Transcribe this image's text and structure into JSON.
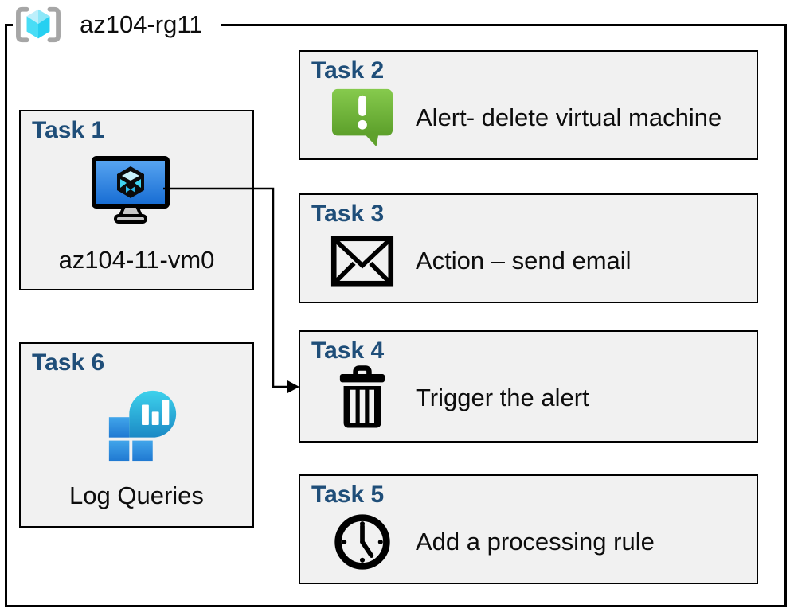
{
  "group": {
    "label": "az104-rg11",
    "icon": "resource-group-icon"
  },
  "tasks": {
    "t1": {
      "title": "Task 1",
      "label": "az104-11-vm0",
      "icon": "virtual-machine-icon"
    },
    "t2": {
      "title": "Task 2",
      "label": "Alert- delete virtual machine",
      "icon": "alert-message-icon"
    },
    "t3": {
      "title": "Task 3",
      "label": "Action – send email",
      "icon": "email-envelope-icon"
    },
    "t4": {
      "title": "Task 4",
      "label": "Trigger the alert",
      "icon": "trash-icon"
    },
    "t5": {
      "title": "Task 5",
      "label": "Add a processing rule",
      "icon": "clock-icon"
    },
    "t6": {
      "title": "Task 6",
      "label": "Log Queries",
      "icon": "log-analytics-icon"
    }
  },
  "connector": {
    "from": "Task 1",
    "to": "Task 4"
  },
  "colors": {
    "task_title_blue": "#1f4e79",
    "box_fill": "#f1f1f1",
    "box_border": "#000000",
    "alert_green_top": "#86ca4d",
    "alert_green_bottom": "#5c9f2a",
    "vm_screen_top": "#5aa7f2",
    "vm_screen_bottom": "#156bd2",
    "log_teal_top": "#3ed2ec",
    "log_teal_bottom": "#1b89c5",
    "log_blue_top": "#41a5ea",
    "log_blue_bottom": "#2079d2",
    "rg_cube_cyan": "#49ddf6",
    "bracket_gray": "#a6a6a6"
  }
}
